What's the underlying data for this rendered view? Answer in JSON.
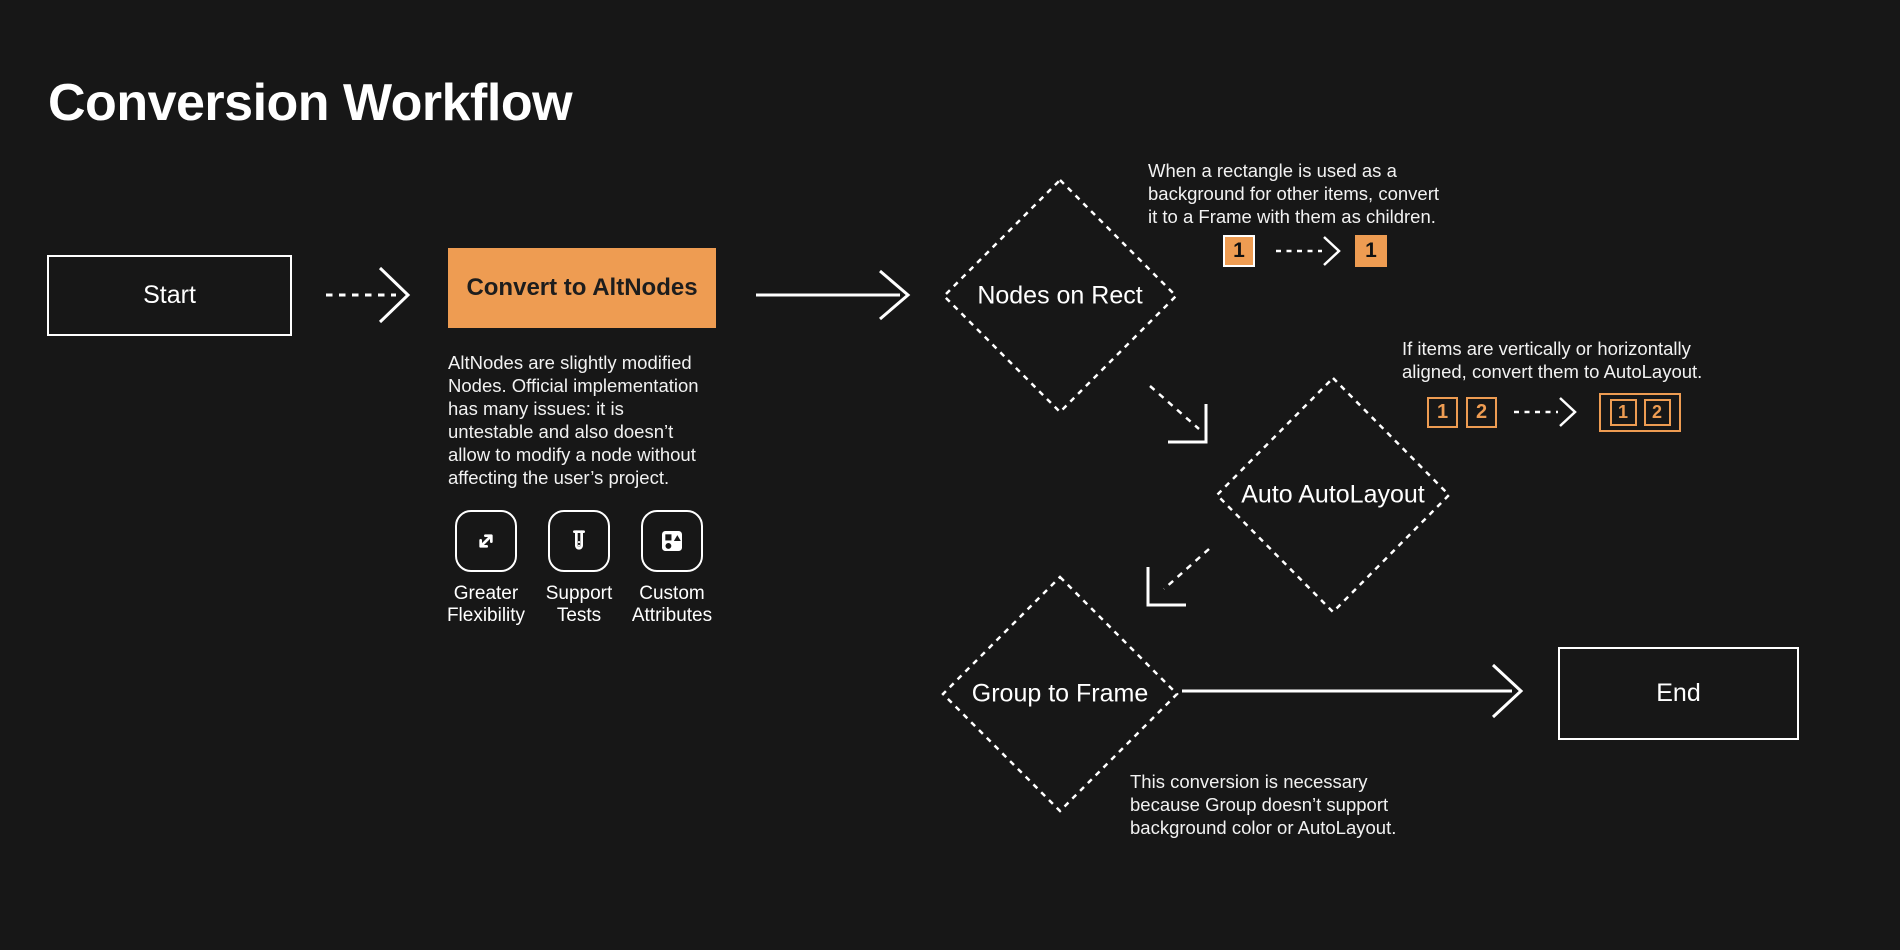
{
  "title": "Conversion Workflow",
  "colors": {
    "background": "#171717",
    "accent": "#EE9C52",
    "ink": "#1D1D1D",
    "text": "#FFFFFF"
  },
  "flow": {
    "start": {
      "label": "Start"
    },
    "convert": {
      "label": "Convert to AltNodes",
      "description": "AltNodes are slightly modified\nNodes. Official implementation\nhas many issues: it is\nuntestable and also doesn’t\nallow to modify a node without\naffecting the user’s project."
    },
    "nodes_on_rect": {
      "label": "Nodes on Rect"
    },
    "auto_autolayout": {
      "label": "Auto AutoLayout"
    },
    "group_to_frame": {
      "label": "Group to Frame"
    },
    "end": {
      "label": "End"
    }
  },
  "features": [
    {
      "icon": "expand-arrows-icon",
      "label": "Greater\nFlexibility"
    },
    {
      "icon": "test-tube-icon",
      "label": "Support\nTests"
    },
    {
      "icon": "shapes-icon",
      "label": "Custom\nAttributes"
    }
  ],
  "notes": {
    "rect": {
      "text": "When a rectangle is used as a\nbackground for other items, convert\nit to a Frame with them as children.",
      "before_chip": "1",
      "after_chip": "1"
    },
    "autolayout": {
      "text": "If items are vertically or horizontally\naligned, convert them to AutoLayout.",
      "before_chips": [
        "1",
        "2"
      ],
      "after_chips": [
        "1",
        "2"
      ]
    },
    "group": {
      "text": "This conversion is necessary\nbecause Group doesn’t support\nbackground color or AutoLayout."
    }
  }
}
